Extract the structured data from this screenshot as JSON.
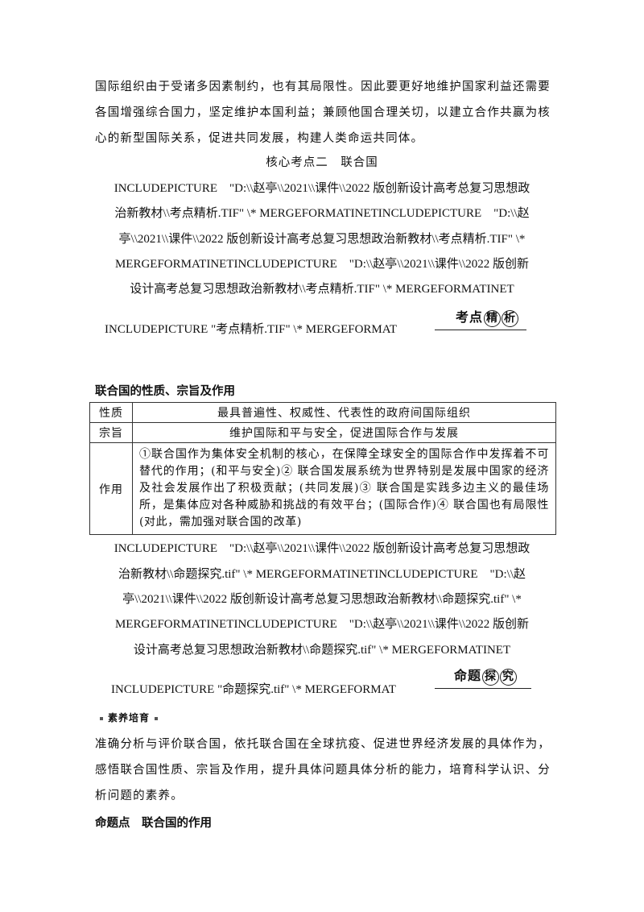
{
  "intro_paragraph": "国际组织由于受诸多因素制约，也有其局限性。因此要更好地维护国家利益还需要各国增强综合国力，坚定维护本国利益；兼顾他国合理关切，以建立合作共赢为核心的新型国际关系，促进共同发展，构建人类命运共同体。",
  "core_title": "核心考点二　联合国",
  "field_block_1": {
    "lines": [
      "INCLUDEPICTURE　\"D:\\\\赵亭\\\\2021\\\\课件\\\\2022 版创新设计高考总复习思想政",
      "治新教材\\\\考点精析.TIF\"  \\*  MERGEFORMATINETINCLUDEPICTURE　\"D:\\\\赵",
      "亭\\\\2021\\\\课件\\\\2022 版创新设计高考总复习思想政治新教材\\\\考点精析.TIF\"  \\*",
      "MERGEFORMATINETINCLUDEPICTURE　\"D:\\\\赵亭\\\\2021\\\\课件\\\\2022 版创新",
      "设计高考总复习思想政治新教材\\\\考点精析.TIF\"  \\*  MERGEFORMATINET"
    ],
    "last": "INCLUDEPICTURE \"考点精析.TIF\"  \\*  MERGEFORMAT",
    "badge_main": "考点",
    "badge_c1": "精",
    "badge_c2": "析"
  },
  "table_title": "联合国的性质、宗旨及作用",
  "table": {
    "rows": [
      {
        "key": "性质",
        "value": "最具普遍性、权威性、代表性的政府间国际组织"
      },
      {
        "key": "宗旨",
        "value": "维护国际和平与安全，促进国际合作与发展"
      },
      {
        "key": "作用",
        "value": "①联合国作为集体安全机制的核心，在保障全球安全的国际合作中发挥着不可替代的作用；(和平与安全)② 联合国发展系统为世界特别是发展中国家的经济及社会发展作出了积极贡献；(共同发展)③ 联合国是实践多边主义的最佳场所，是集体应对各种威胁和挑战的有效平台；(国际合作)④ 联合国也有局限性(对此，需加强对联合国的改革)"
      }
    ]
  },
  "field_block_2": {
    "lines": [
      "INCLUDEPICTURE　\"D:\\\\赵亭\\\\2021\\\\课件\\\\2022 版创新设计高考总复习思想政",
      "治新教材\\\\命题探究.tif\"  \\*  MERGEFORMATINETINCLUDEPICTURE　\"D:\\\\赵",
      "亭\\\\2021\\\\课件\\\\2022 版创新设计高考总复习思想政治新教材\\\\命题探究.tif\"  \\*",
      "MERGEFORMATINETINCLUDEPICTURE　\"D:\\\\赵亭\\\\2021\\\\课件\\\\2022 版创新",
      "设计高考总复习思想政治新教材\\\\命题探究.tif\"  \\*  MERGEFORMATINET"
    ],
    "last": "INCLUDEPICTURE \"命题探究.tif\"  \\*  MERGEFORMAT",
    "badge_main": "命题",
    "badge_c1": "探",
    "badge_c2": "究"
  },
  "suyang_label": "素养培育",
  "suyang_paragraph": "准确分析与评价联合国，依托联合国在全球抗疫、促进世界经济发展的具体作为，感悟联合国性质、宗旨及作用，提升具体问题具体分析的能力，培育科学认识、分析问题的素养。",
  "topic_title": "命题点　联合国的作用"
}
